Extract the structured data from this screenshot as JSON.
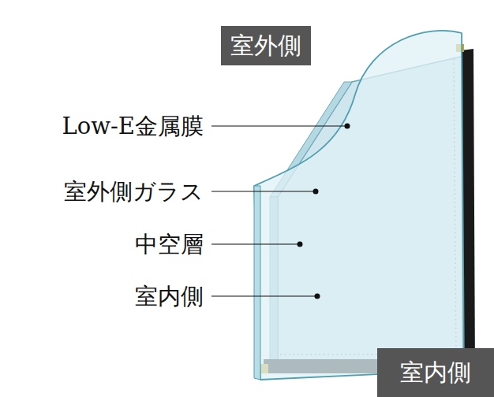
{
  "diagram": {
    "nodes": [
      {
        "text": [
          "室外側"
        ]
      },
      {
        "text": [
          "室内側"
        ]
      }
    ],
    "labels": [
      "Low-E金属膜",
      "室外側ガラス",
      "中空層",
      "室内側"
    ]
  }
}
